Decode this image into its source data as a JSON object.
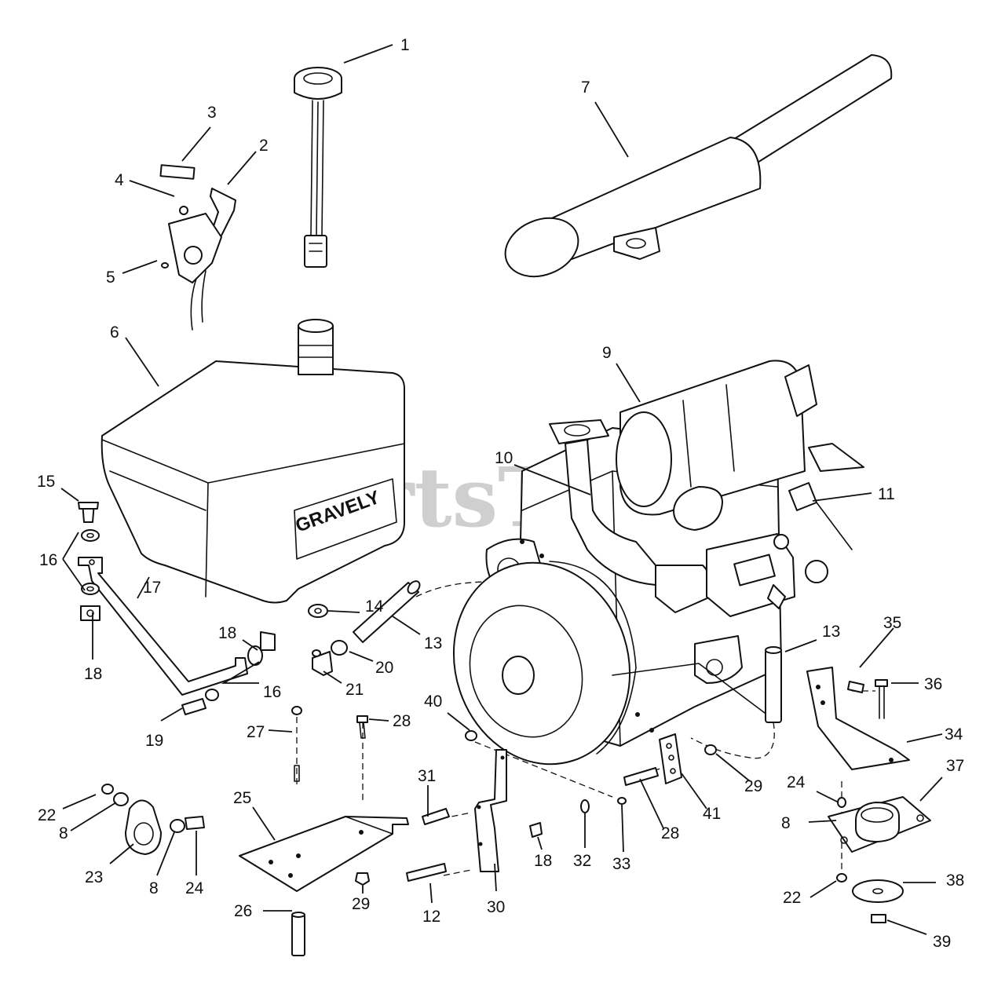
{
  "watermark": {
    "text": "PartsTree",
    "tm": "™"
  },
  "tank_brand": "GRAVELY",
  "callouts": [
    {
      "n": "1"
    },
    {
      "n": "2"
    },
    {
      "n": "3"
    },
    {
      "n": "4"
    },
    {
      "n": "5"
    },
    {
      "n": "6"
    },
    {
      "n": "7"
    },
    {
      "n": "8"
    },
    {
      "n": "8"
    },
    {
      "n": "8"
    },
    {
      "n": "9"
    },
    {
      "n": "10"
    },
    {
      "n": "11"
    },
    {
      "n": "12"
    },
    {
      "n": "13"
    },
    {
      "n": "13"
    },
    {
      "n": "14"
    },
    {
      "n": "15"
    },
    {
      "n": "16"
    },
    {
      "n": "16"
    },
    {
      "n": "17"
    },
    {
      "n": "18"
    },
    {
      "n": "18"
    },
    {
      "n": "18"
    },
    {
      "n": "19"
    },
    {
      "n": "20"
    },
    {
      "n": "21"
    },
    {
      "n": "22"
    },
    {
      "n": "22"
    },
    {
      "n": "23"
    },
    {
      "n": "24"
    },
    {
      "n": "24"
    },
    {
      "n": "25"
    },
    {
      "n": "26"
    },
    {
      "n": "27"
    },
    {
      "n": "28"
    },
    {
      "n": "28"
    },
    {
      "n": "29"
    },
    {
      "n": "29"
    },
    {
      "n": "30"
    },
    {
      "n": "31"
    },
    {
      "n": "32"
    },
    {
      "n": "33"
    },
    {
      "n": "34"
    },
    {
      "n": "35"
    },
    {
      "n": "36"
    },
    {
      "n": "37"
    },
    {
      "n": "38"
    },
    {
      "n": "39"
    },
    {
      "n": "40"
    },
    {
      "n": "41"
    }
  ],
  "line_color": "#111111",
  "watermark_color": "#cfcfcf"
}
